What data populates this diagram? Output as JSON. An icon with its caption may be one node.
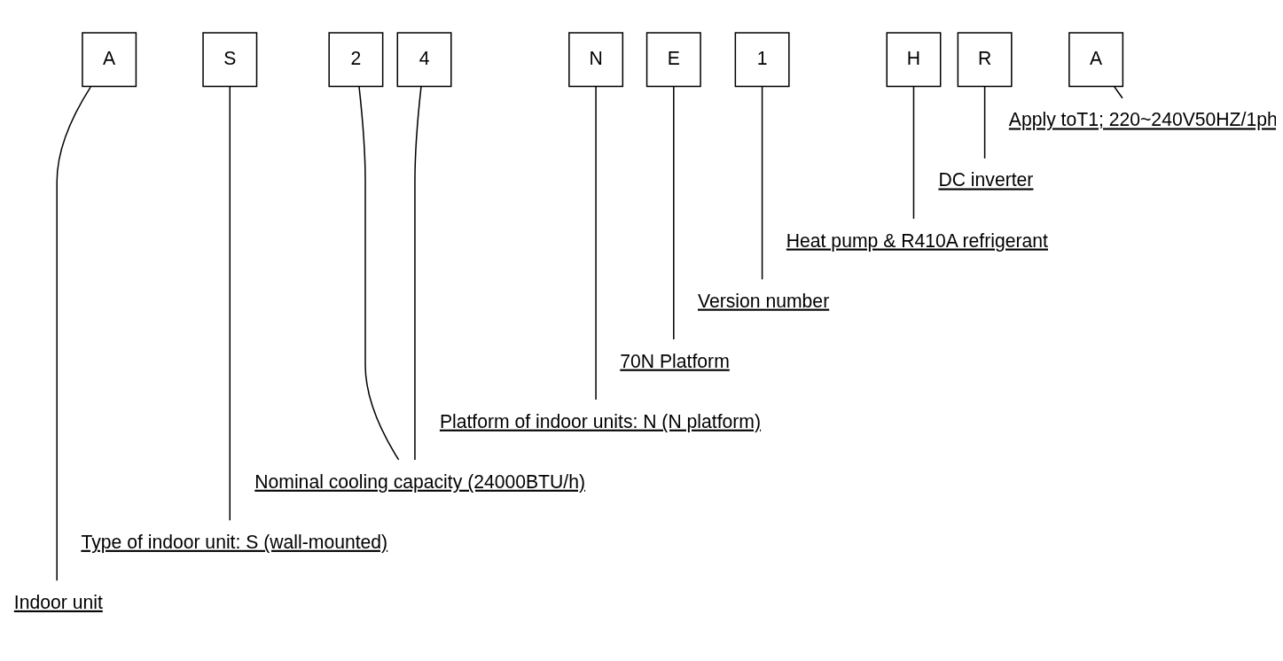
{
  "diagram": {
    "nodes": [
      {
        "text": [
          "A"
        ]
      },
      {
        "text": [
          "S"
        ]
      },
      {
        "text": [
          "2"
        ]
      },
      {
        "text": [
          "4"
        ]
      },
      {
        "text": [
          "N"
        ]
      },
      {
        "text": [
          "E"
        ]
      },
      {
        "text": [
          "1"
        ]
      },
      {
        "text": [
          "H"
        ]
      },
      {
        "text": [
          "R"
        ]
      },
      {
        "text": [
          "A"
        ]
      },
      {
        "text": [
          "Apply toT1; 220~240V50HZ/1ph"
        ]
      },
      {
        "text": [
          "DC inverter"
        ]
      },
      {
        "text": [
          "Heat pump & R410A refrigerant"
        ]
      },
      {
        "text": [
          "Version number"
        ]
      },
      {
        "text": [
          "70N Platform"
        ]
      },
      {
        "text": [
          "Platform of indoor units: N (N platform)"
        ]
      },
      {
        "text": [
          "Nominal cooling capacity (24000BTU/h)"
        ]
      },
      {
        "text": [
          "Type of indoor unit: S (wall-mounted)"
        ]
      },
      {
        "text": [
          "Indoor unit"
        ]
      }
    ],
    "edges": [
      {
        "from": 0,
        "to": 18,
        "arrow": "none"
      },
      {
        "from": 1,
        "to": 17,
        "arrow": "none"
      },
      {
        "from": 2,
        "to": 16,
        "arrow": "none"
      },
      {
        "from": 3,
        "to": 16,
        "arrow": "none"
      },
      {
        "from": 4,
        "to": 15,
        "arrow": "none"
      },
      {
        "from": 5,
        "to": 14,
        "arrow": "none"
      },
      {
        "from": 6,
        "to": 13,
        "arrow": "none"
      },
      {
        "from": 7,
        "to": 12,
        "arrow": "none"
      },
      {
        "from": 8,
        "to": 11,
        "arrow": "none"
      },
      {
        "from": 9,
        "to": 10,
        "arrow": "none"
      }
    ]
  }
}
